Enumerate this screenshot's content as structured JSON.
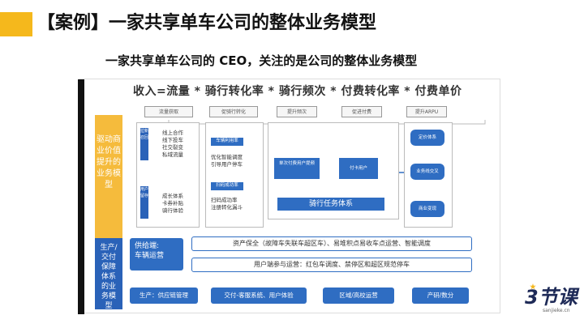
{
  "slide": {
    "title": "【案例】一家共享单车公司的整体业务模型",
    "subtitle": "一家共享单车公司的 CEO，关注的是公司的整体业务模型"
  },
  "diagram": {
    "formula": "收入=流量 * 骑行转化率 * 骑行频次 * 付费转化率 * 付费单价",
    "stages": [
      "流量获取",
      "促骑行转化",
      "提升频次",
      "促进付费",
      "提升ARPU"
    ],
    "left_top_label": "驱动商业价值提升的业务模型",
    "left_bottom_label": "生产/交付保障体系的业务模型",
    "col1_tags": [
      "拉新召回",
      "用户留存"
    ],
    "col1_texts": [
      "线上合作\n线下投车\n社交裂变\n私域流量",
      "成长体系\n卡券补贴\n骑行体验"
    ],
    "col2_tags": [
      "车辆利用率",
      "扫码成功率"
    ],
    "col2_texts": [
      "优化智能调度\n引导用户停车",
      "扫码成功率\n注册转化漏斗"
    ],
    "col3_boxes": [
      "单次付费用户提频",
      "付卡用户"
    ],
    "task_label": "骑行任务体系",
    "col5_boxes": [
      "定价体系",
      "业务线交叉",
      "商业变现"
    ],
    "supply_label": "供给端:\n车辆运营",
    "supply_row1": "资产保全（故障车失联车超区车）、易堆积点易收车点运营、智能调度",
    "supply_row2": "用户端参与运营：红包车调度、禁停区和超区规范停车",
    "bottom_pills": [
      "生产：供应链管理",
      "交付-客服系统、用户体验",
      "区域/高校运营",
      "产研/数分"
    ]
  },
  "logo": {
    "main": "3节课",
    "sub": "sanjieke.cn"
  },
  "colors": {
    "accent": "#f5b81c",
    "blue": "#2f6dc2",
    "yellow_side": "#f5bb3c"
  }
}
